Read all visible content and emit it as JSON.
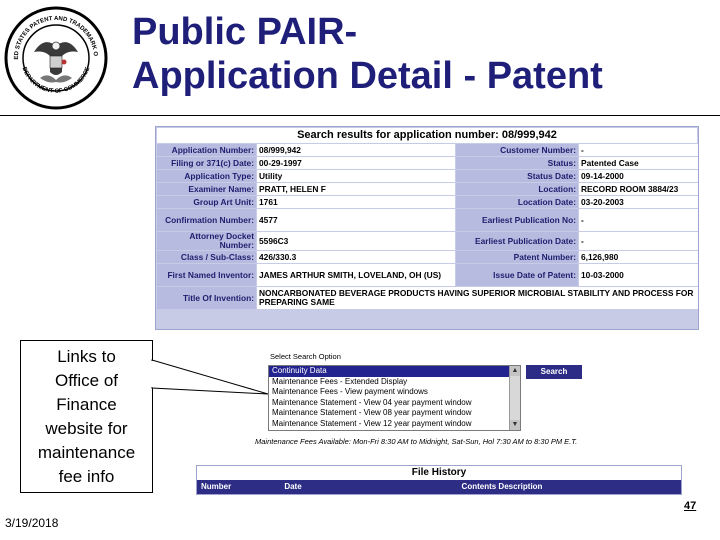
{
  "slide": {
    "title_line1": "Public PAIR-",
    "title_line2": "Application Detail - Patent",
    "date": "3/19/2018",
    "page_number": "47",
    "seal_text_top": "UNITED STATES PATENT AND TRADEMARK OFFICE",
    "seal_text_bottom": "DEPARTMENT OF COMMERCE"
  },
  "results": {
    "header": "Search results for application number: 08/999,942",
    "rows": [
      {
        "l1": "Application Number:",
        "v1": "08/999,942",
        "l2": "Customer Number:",
        "v2": "-"
      },
      {
        "l1": "Filing or 371(c) Date:",
        "v1": "00-29-1997",
        "l2": "Status:",
        "v2": "Patented Case"
      },
      {
        "l1": "Application Type:",
        "v1": "Utility",
        "l2": "Status Date:",
        "v2": "09-14-2000"
      },
      {
        "l1": "Examiner Name:",
        "v1": "PRATT, HELEN F",
        "l2": "Location:",
        "v2": "RECORD ROOM 3884/23"
      },
      {
        "l1": "Group Art Unit:",
        "v1": "1761",
        "l2": "Location Date:",
        "v2": "03-20-2003"
      },
      {
        "l1": "Confirmation Number:",
        "v1": "4577",
        "l2": "Earliest Publication No:",
        "v2": "-"
      },
      {
        "l1": "Attorney Docket Number:",
        "v1": "5596C3",
        "l2": "Earliest Publication Date:",
        "v2": "-"
      },
      {
        "l1": "Class / Sub-Class:",
        "v1": "426/330.3",
        "l2": "Patent Number:",
        "v2": "6,126,980"
      },
      {
        "l1": "First Named Inventor:",
        "v1": "JAMES ARTHUR SMITH, LOVELAND, OH (US)",
        "l2": "Issue Date of Patent:",
        "v2": "10-03-2000"
      }
    ],
    "title_label": "Title Of Invention:",
    "title_value": "NONCARBONATED BEVERAGE PRODUCTS HAVING SUPERIOR MICROBIAL STABILITY AND PROCESS FOR PREPARING SAME"
  },
  "callout": {
    "lines": [
      "Links to",
      "Office of",
      "Finance",
      "website for",
      "maintenance",
      "fee info"
    ]
  },
  "search_option": {
    "label": "Select Search Option",
    "options": [
      "Continuity Data",
      "Maintenance Fees - Extended Display",
      "Maintenance Fees - View payment windows",
      "Maintenance Statement - View 04 year payment window",
      "Maintenance Statement - View 08 year payment window",
      "Maintenance Statement - View 12 year payment window"
    ],
    "selected_index": 0,
    "button_label": "Search",
    "fee_note": "Maintenance Fees Available: Mon-Fri 8:30 AM to Midnight, Sat-Sun, Hol 7:30 AM to 8:30 PM E.T."
  },
  "file_history": {
    "title": "File History",
    "columns": [
      "Number",
      "Date",
      "Contents Description"
    ]
  },
  "colors": {
    "title": "#1f1f7a",
    "label_bg": "#b7bbdf",
    "accent_navy": "#2d2d86"
  }
}
